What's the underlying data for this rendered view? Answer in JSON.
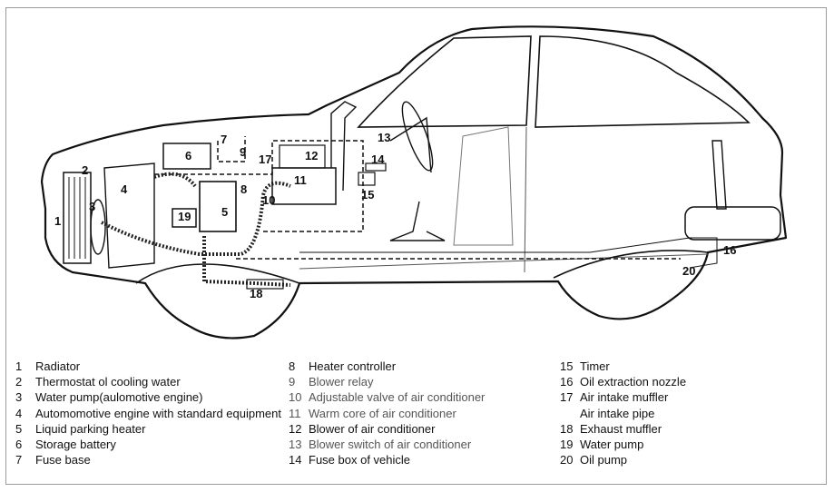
{
  "callouts": [
    "1",
    "2",
    "3",
    "4",
    "5",
    "6",
    "7",
    "8",
    "9",
    "10",
    "11",
    "12",
    "13",
    "14",
    "15",
    "16",
    "17",
    "18",
    "19",
    "20"
  ],
  "legend": {
    "col1": [
      {
        "num": "1",
        "label": "Radiator"
      },
      {
        "num": "2",
        "label": "Thermostat ol cooling water"
      },
      {
        "num": "3",
        "label": "Water pump(aulomotive engine)"
      },
      {
        "num": "4",
        "label": "Automomotive engine with standard equipment"
      },
      {
        "num": "5",
        "label": "Liquid parking heater"
      },
      {
        "num": "6",
        "label": "Storage battery"
      },
      {
        "num": "7",
        "label": "Fuse base"
      }
    ],
    "col2": [
      {
        "num": "8",
        "label": "Heater controller"
      },
      {
        "num": "9",
        "label": "Blower relay"
      },
      {
        "num": "10",
        "label": "Adjustable valve of air conditioner"
      },
      {
        "num": "11",
        "label": "Warm core of air conditioner"
      },
      {
        "num": "12",
        "label": "Blower of air conditioner"
      },
      {
        "num": "13",
        "label": "Blower switch of air conditioner"
      },
      {
        "num": "14",
        "label": "Fuse box of vehicle"
      }
    ],
    "col3": [
      {
        "num": "15",
        "label": "Timer"
      },
      {
        "num": "16",
        "label": "Oil extraction nozzle"
      },
      {
        "num": "17",
        "label": "Air intake muffler",
        "label2": "Air intake pipe"
      },
      {
        "num": "18",
        "label": "Exhaust muffler"
      },
      {
        "num": "19",
        "label": "Water pump"
      },
      {
        "num": "20",
        "label": "Oil pump"
      }
    ]
  }
}
